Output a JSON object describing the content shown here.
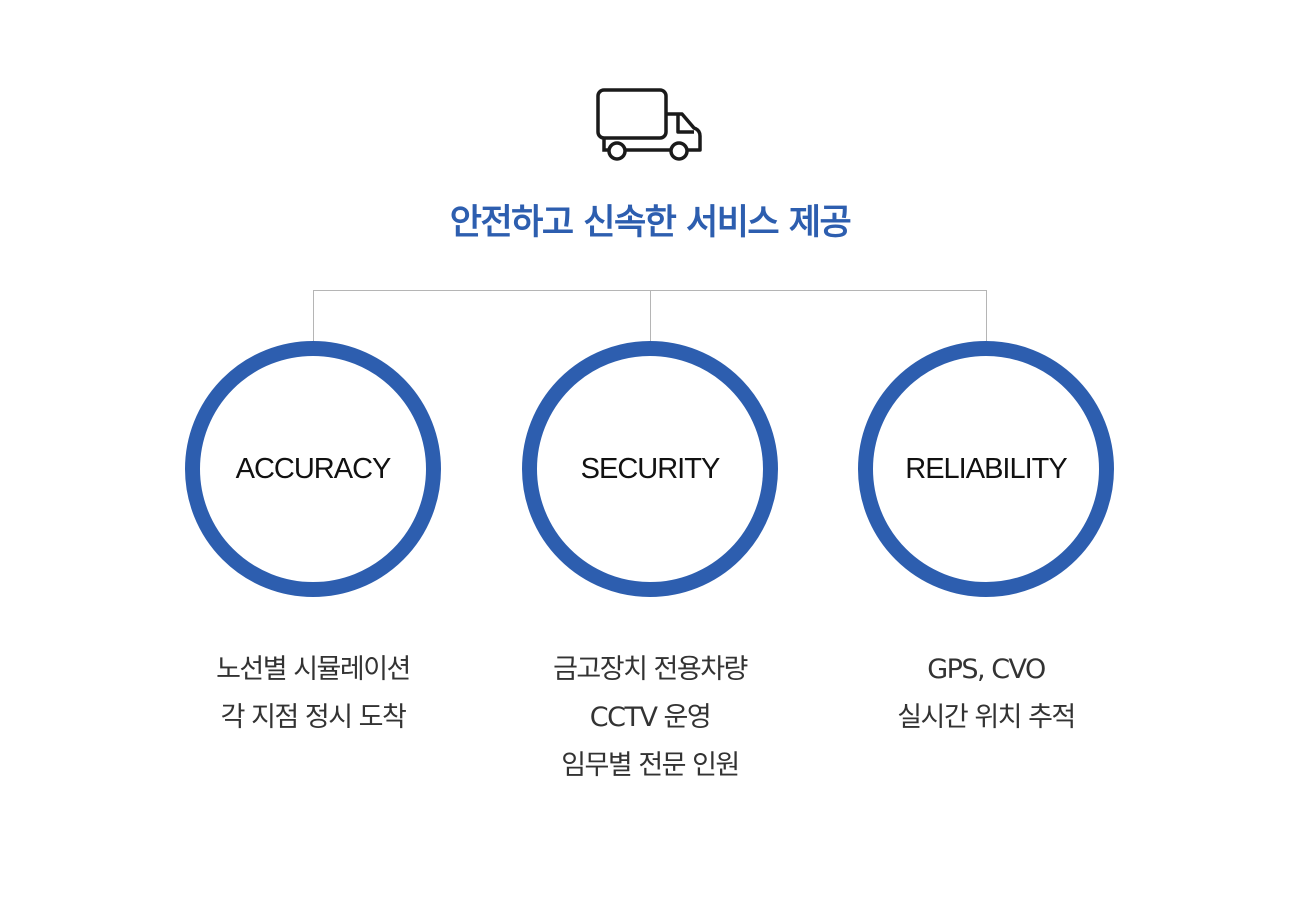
{
  "headline": "안전하고 신속한 서비스 제공",
  "icon": "truck-icon",
  "colors": {
    "accent": "#2d5eaf",
    "connector": "#b5b5b5",
    "text": "#333333"
  },
  "pillars": [
    {
      "label": "ACCURACY",
      "lines": [
        "노선별 시뮬레이션",
        "각 지점 정시 도착"
      ]
    },
    {
      "label": "SECURITY",
      "lines": [
        "금고장치 전용차량",
        "CCTV 운영",
        "임무별 전문 인원"
      ]
    },
    {
      "label": "RELIABILITY",
      "lines": [
        "GPS, CVO",
        "실시간 위치 추적"
      ]
    }
  ]
}
